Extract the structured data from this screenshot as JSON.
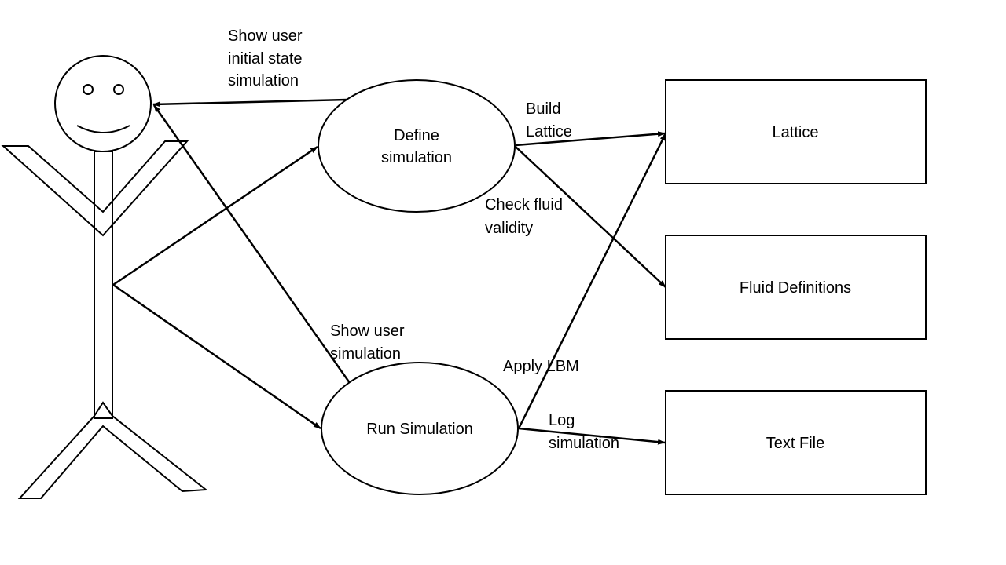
{
  "use_cases": {
    "define": {
      "line1": "Define",
      "line2": "simulation"
    },
    "run": {
      "label": "Run Simulation"
    }
  },
  "entities": {
    "lattice": {
      "label": "Lattice"
    },
    "fluid": {
      "label": "Fluid Definitions"
    },
    "textfile": {
      "label": "Text File"
    }
  },
  "edge_labels": {
    "show_initial": {
      "line1": "Show user",
      "line2": "initial state",
      "line3": "simulation"
    },
    "build_lattice": {
      "line1": "Build",
      "line2": "Lattice"
    },
    "check_fluid": {
      "line1": "Check fluid",
      "line2": "validity"
    },
    "show_sim": {
      "line1": "Show user",
      "line2": "simulation"
    },
    "apply_lbm": {
      "line1": "Apply LBM"
    },
    "log_sim": {
      "line1": "Log",
      "line2": "simulation"
    }
  },
  "colors": {
    "stroke": "#000000",
    "background": "#ffffff"
  }
}
